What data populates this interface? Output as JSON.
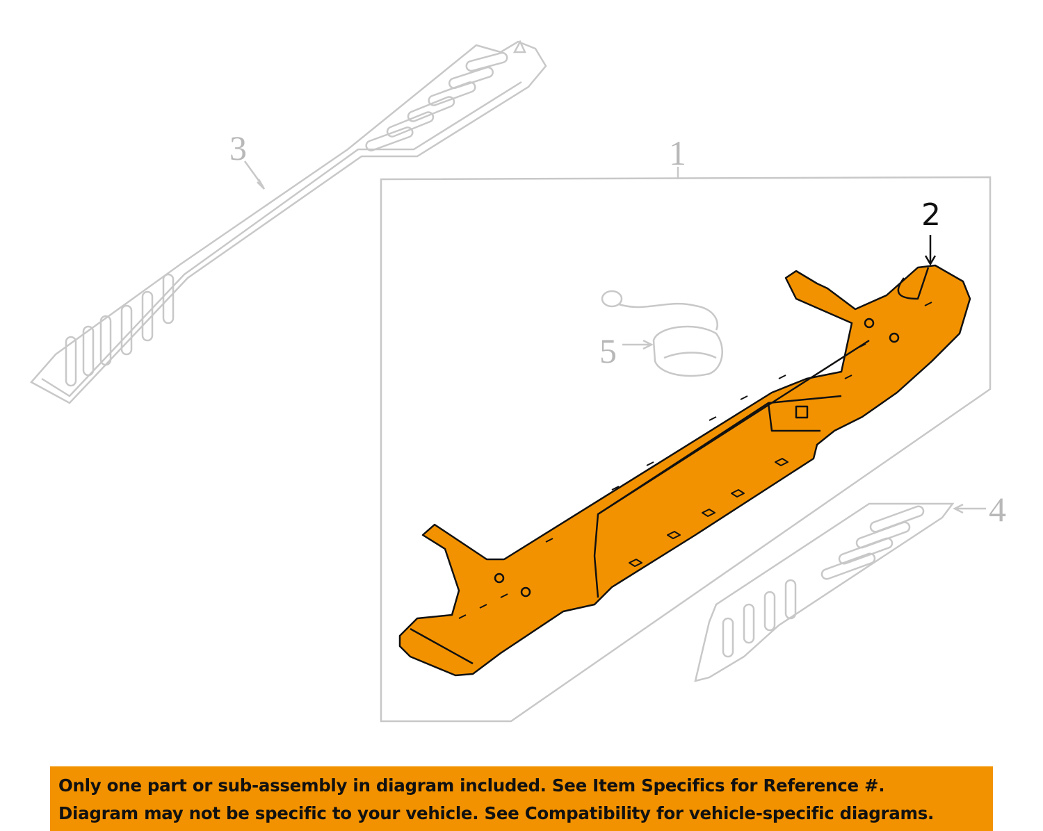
{
  "callouts": {
    "c1": "1",
    "c2": "2",
    "c3": "3",
    "c4": "4",
    "c5": "5"
  },
  "banner": {
    "line1": "Only one part or sub-assembly in diagram included. See Item Specifics for Reference #.",
    "line2": "Diagram may not be specific to your vehicle. See Compatibility for vehicle-specific diagrams."
  },
  "colors": {
    "highlight": "#f39200",
    "ghost": "#c8c8c8",
    "banner": "#f39200"
  }
}
